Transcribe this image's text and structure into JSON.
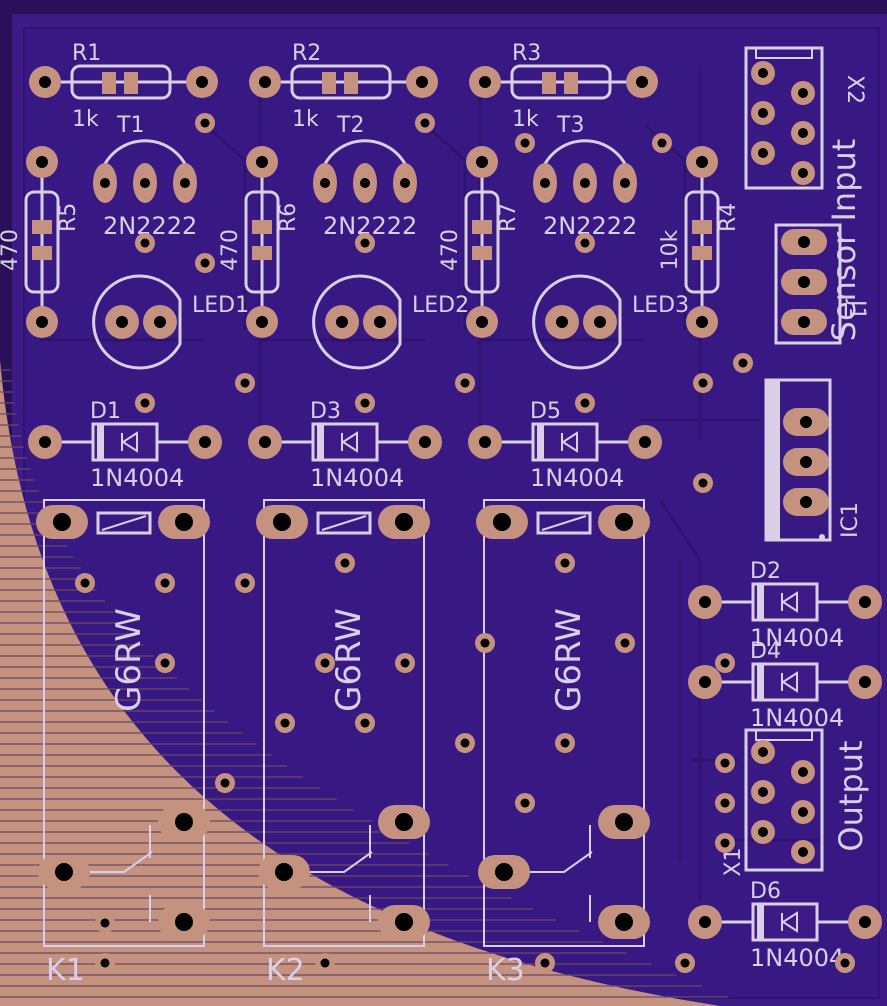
{
  "colors": {
    "background": "#2a1059",
    "board": "#3d1a86",
    "trace": "#34157a",
    "copper": "#c4927f",
    "silk": "#d9cfe6",
    "hole": "#000000"
  },
  "resistors": [
    {
      "ref": "R1",
      "value": "1k"
    },
    {
      "ref": "R2",
      "value": "1k"
    },
    {
      "ref": "R3",
      "value": "1k"
    }
  ],
  "vertical_resistors": [
    {
      "ref": "R5",
      "value": "470"
    },
    {
      "ref": "R6",
      "value": "470"
    },
    {
      "ref": "R7",
      "value": "470"
    },
    {
      "ref": "R4",
      "value": "10k"
    }
  ],
  "transistors": [
    {
      "ref": "T1",
      "value": "2N2222"
    },
    {
      "ref": "T2",
      "value": "2N2222"
    },
    {
      "ref": "T3",
      "value": "2N2222"
    }
  ],
  "leds": [
    "LED1",
    "LED2",
    "LED3"
  ],
  "diodes": [
    {
      "ref": "D1",
      "value": "1N4004"
    },
    {
      "ref": "D3",
      "value": "1N4004"
    },
    {
      "ref": "D5",
      "value": "1N4004"
    },
    {
      "ref": "D2",
      "value": "1N4004"
    },
    {
      "ref": "D4",
      "value": "1N4004"
    },
    {
      "ref": "D6",
      "value": "1N4004"
    }
  ],
  "relays": [
    {
      "ref": "K1",
      "value": "G6RW"
    },
    {
      "ref": "K2",
      "value": "G6RW"
    },
    {
      "ref": "K3",
      "value": "G6RW"
    }
  ],
  "connectors": {
    "x2": "X2",
    "x2_title": "Sensor Input",
    "j1": "J1",
    "ic1": "IC1",
    "x1": "X1",
    "x1_title": "Output"
  }
}
